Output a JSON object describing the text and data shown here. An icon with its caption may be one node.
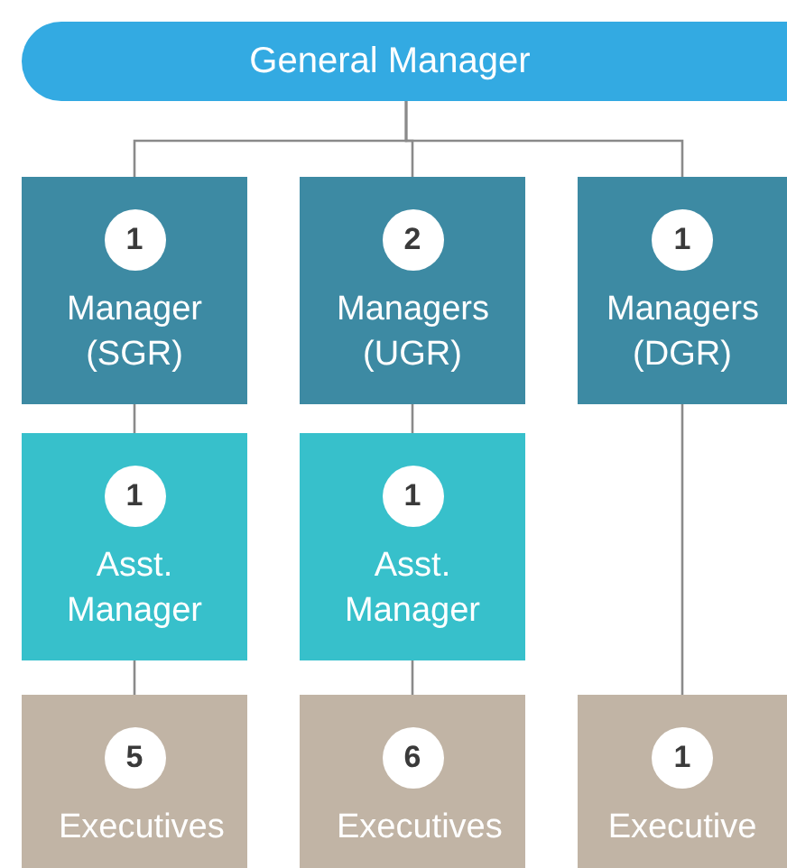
{
  "diagram": {
    "nodes": [
      {
        "text": [
          "General Manager"
        ]
      },
      {
        "text": [
          "1",
          "Manager (SGR)"
        ]
      },
      {
        "text": [
          "2",
          "Managers (UGR)"
        ]
      },
      {
        "text": [
          "1",
          "Managers (DGR)"
        ]
      },
      {
        "text": [
          "1",
          "Asst. Manager"
        ]
      },
      {
        "text": [
          "1",
          "Asst. Manager"
        ]
      },
      {
        "text": [
          "5",
          "Executives"
        ]
      },
      {
        "text": [
          "6",
          "Executives"
        ]
      },
      {
        "text": [
          "1",
          "Executive"
        ]
      }
    ],
    "edges": [
      {
        "from": 0,
        "to": 1,
        "arrow": "none"
      },
      {
        "from": 0,
        "to": 2,
        "arrow": "none"
      },
      {
        "from": 0,
        "to": 3,
        "arrow": "none"
      },
      {
        "from": 1,
        "to": 4,
        "arrow": "none"
      },
      {
        "from": 2,
        "to": 5,
        "arrow": "none"
      },
      {
        "from": 4,
        "to": 6,
        "arrow": "none"
      },
      {
        "from": 5,
        "to": 7,
        "arrow": "none"
      },
      {
        "from": 3,
        "to": 8,
        "arrow": "none"
      }
    ]
  }
}
